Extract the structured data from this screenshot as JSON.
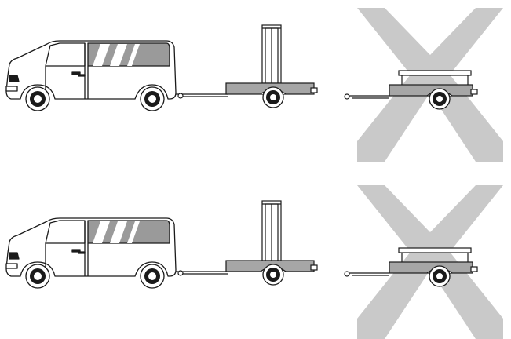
{
  "colors": {
    "background": "#ffffff",
    "outline": "#1a1a1a",
    "panel_gray": "#a6a6a6",
    "cross_gray": "#c9c9c9",
    "window_gray": "#9a9a9a"
  },
  "scenes": [
    {
      "id": "top",
      "vehicle": "van-icon",
      "trailer_state": "hitched-upright-load",
      "status": "allowed"
    },
    {
      "id": "top-detached",
      "vehicle": "none",
      "trailer_state": "detached-flat-load",
      "status": "prohibited",
      "marker": "cross-icon"
    },
    {
      "id": "bottom",
      "vehicle": "van-icon",
      "trailer_state": "hitched-upright-load",
      "status": "allowed"
    },
    {
      "id": "bottom-detached",
      "vehicle": "none",
      "trailer_state": "detached-flat-load",
      "status": "prohibited",
      "marker": "cross-icon"
    }
  ]
}
